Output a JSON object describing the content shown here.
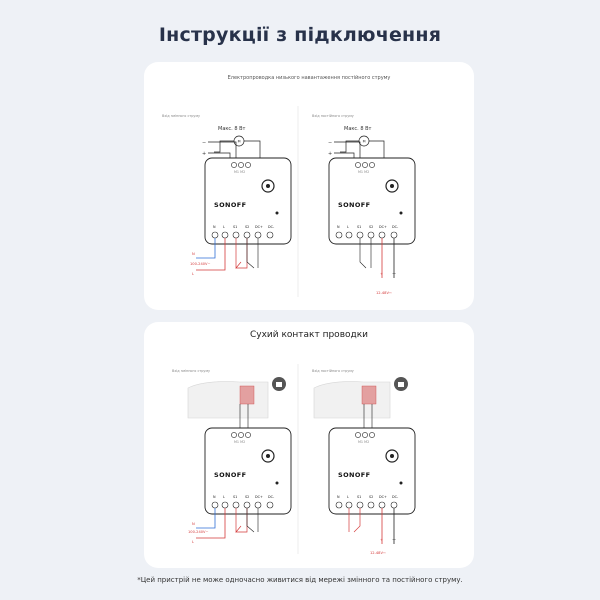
{
  "title": "Інструкції з підключення",
  "section1": {
    "caption": "Електропроводка низького навантаження постійного струму",
    "left": {
      "sublabel": "Вхід змінного струму",
      "power": "Макс. 8 Вт",
      "voltage": "100-240V~",
      "live": "L",
      "neutral": "N"
    },
    "right": {
      "sublabel": "Вхід постійного струму",
      "power": "Макс. 8 Вт",
      "voltage": "12-48V⎓"
    }
  },
  "section2": {
    "caption": "Сухий контакт проводки",
    "left": {
      "sublabel": "Вхід змінного струму",
      "voltage": "100-240V~",
      "live": "L",
      "neutral": "N"
    },
    "right": {
      "sublabel": "Вхід постійного струму",
      "voltage": "12-48V⎓"
    }
  },
  "device": {
    "brand": "SONOFF",
    "terminals": [
      "N",
      "L",
      "S1",
      "S2",
      "DC+",
      "DC-"
    ],
    "top_label": "M1 M2",
    "motor": "M"
  },
  "footnote": "*Цей пристрій не може одночасно живитися від мережі змінного та постійного струму.",
  "colors": {
    "wire_red": "#d43a3a",
    "wire_blue": "#2f6fd6",
    "title": "#28324a",
    "background": "#eef1f6"
  }
}
